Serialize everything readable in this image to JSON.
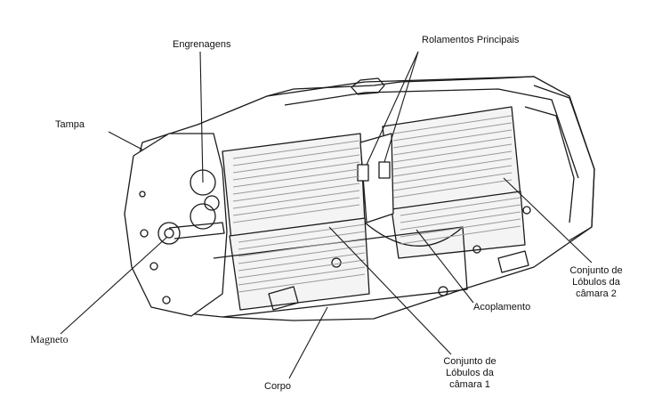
{
  "labels": {
    "engrenagens": "Engrenagens",
    "rolamentos": "Rolamentos Principais",
    "tampa": "Tampa",
    "magneto": "Magneto",
    "corpo": "Corpo",
    "acoplamento": "Acoplamento",
    "lobulos1": [
      "Conjunto de",
      "Lóbulos da",
      "câmara 1"
    ],
    "lobulos2": [
      "Conjunto de",
      "Lóbulos da",
      "câmara 2"
    ]
  },
  "colors": {
    "line": "#1a1a1a",
    "shade": "#9a9a9a",
    "paper": "#ffffff"
  }
}
